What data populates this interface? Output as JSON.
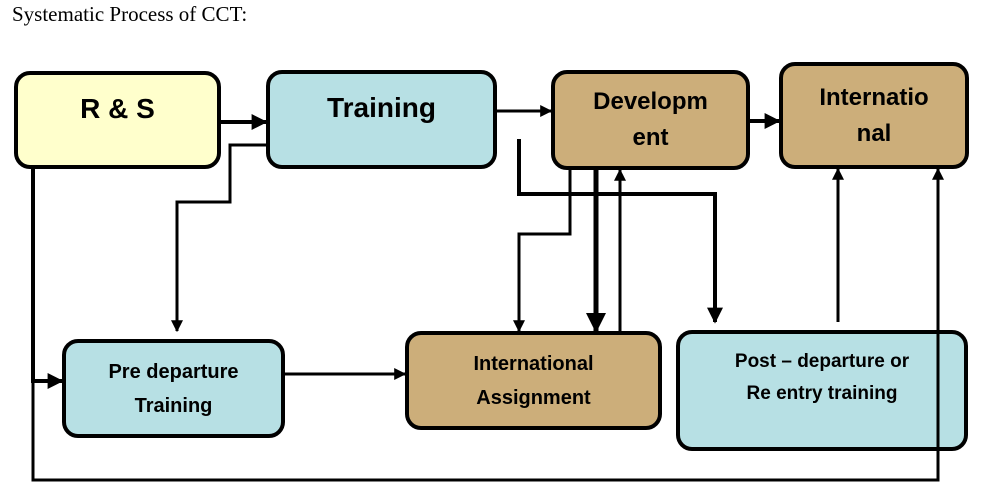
{
  "title": "Systematic Process of CCT:",
  "nodes": {
    "rs": "R & S",
    "training": "Training",
    "development": "Developm\nent",
    "international": "Internatio\nnal",
    "pre_departure": "Pre departure\nTraining",
    "assignment": "International\nAssignment",
    "post_departure": "Post – departure or\nRe entry training"
  },
  "colors": {
    "cream_box": "#ffffcc",
    "blue_box": "#b7e0e4",
    "tan_box": "#ccae7a",
    "line": "#000000"
  }
}
